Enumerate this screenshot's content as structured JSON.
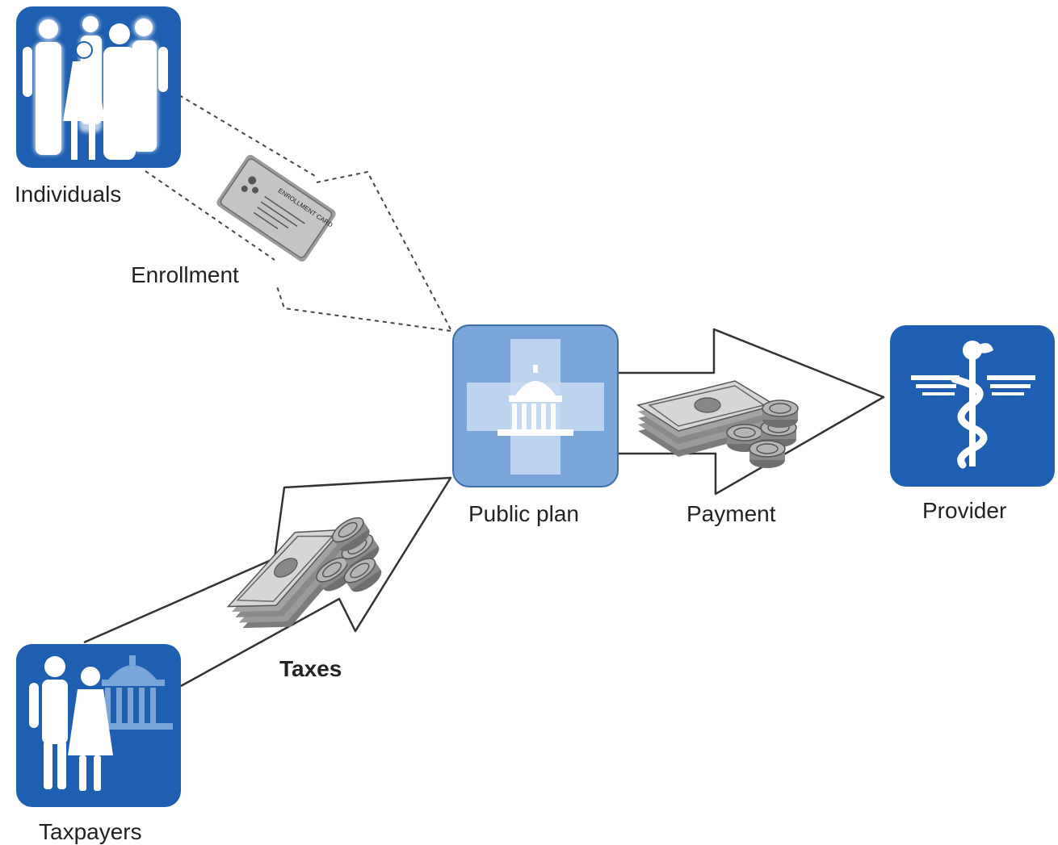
{
  "nodes": {
    "individuals": {
      "label": "Individuals",
      "icon": "family-group-icon"
    },
    "public_plan": {
      "label": "Public plan",
      "icon": "capitol-cross-icon"
    },
    "provider": {
      "label": "Provider",
      "icon": "caduceus-icon"
    },
    "taxpayers": {
      "label": "Taxpayers",
      "icon": "couple-capitol-icon"
    }
  },
  "flows": {
    "enrollment": {
      "label": "Enrollment",
      "icon": "enrollment-card-icon",
      "style": "dashed"
    },
    "payment": {
      "label": "Payment",
      "icon": "money-stack-icon",
      "style": "solid"
    },
    "taxes": {
      "label": "Taxes",
      "icon": "money-stack-icon",
      "style": "solid"
    }
  },
  "enrollment_card": {
    "title": "ENROLLMENT CARD"
  },
  "colors": {
    "dark_blue": "#1f5fb1",
    "light_blue": "#7aa5d9",
    "pale_blue": "#c7daf0",
    "card_gray": "#bdbdbd",
    "money_gray": "#8a8a8a",
    "arrow_stroke": "#333333"
  }
}
